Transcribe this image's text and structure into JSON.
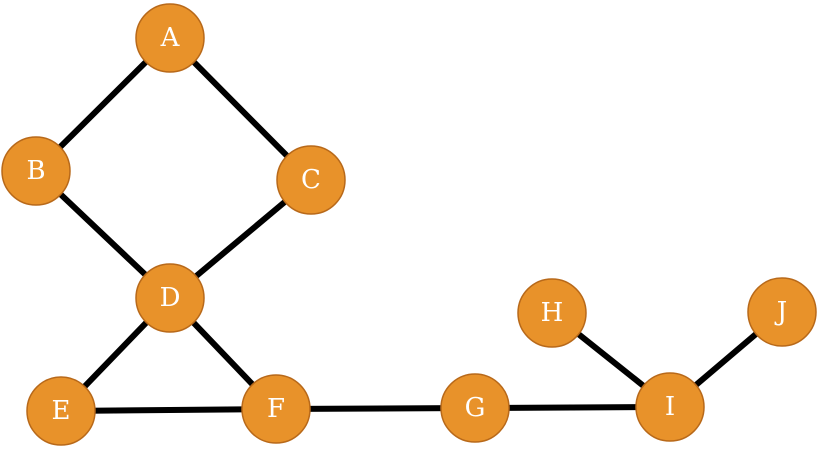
{
  "colors": {
    "node_fill": "#e8922a",
    "edge": "#000000",
    "label": "#ffffff",
    "background": "#ffffff"
  },
  "nodes": [
    {
      "id": "A",
      "label": "A"
    },
    {
      "id": "B",
      "label": "B"
    },
    {
      "id": "C",
      "label": "C"
    },
    {
      "id": "D",
      "label": "D"
    },
    {
      "id": "E",
      "label": "E"
    },
    {
      "id": "F",
      "label": "F"
    },
    {
      "id": "G",
      "label": "G"
    },
    {
      "id": "H",
      "label": "H"
    },
    {
      "id": "I",
      "label": "I"
    },
    {
      "id": "J",
      "label": "J"
    }
  ],
  "edges": [
    [
      "A",
      "B"
    ],
    [
      "A",
      "C"
    ],
    [
      "B",
      "D"
    ],
    [
      "C",
      "D"
    ],
    [
      "D",
      "E"
    ],
    [
      "D",
      "F"
    ],
    [
      "E",
      "F"
    ],
    [
      "F",
      "G"
    ],
    [
      "G",
      "I"
    ],
    [
      "H",
      "I"
    ],
    [
      "I",
      "J"
    ]
  ]
}
